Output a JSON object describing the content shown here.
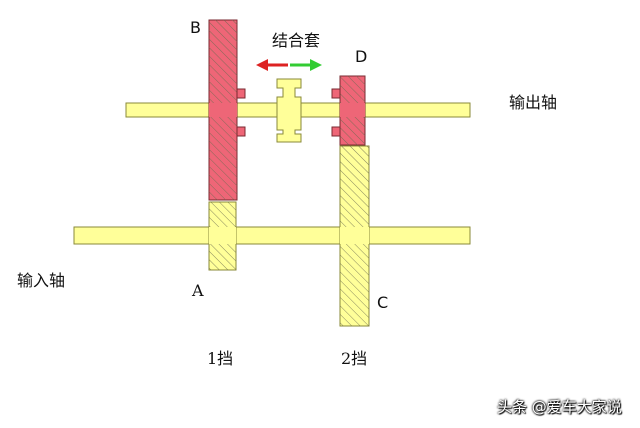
{
  "labels": {
    "gear_b": "B",
    "gear_d": "D",
    "gear_a": "A",
    "gear_c": "C",
    "sleeve": "结合套",
    "output_shaft": "输出轴",
    "input_shaft": "输入轴",
    "gear_1": "1挡",
    "gear_2": "2挡"
  },
  "watermark": "头条 @爱车大家说",
  "colors": {
    "shaft_fill": "#ffff99",
    "shaft_stroke": "#8a8a3a",
    "engaged_gear_fill": "#ee6677",
    "engaged_gear_stroke": "#7a2a30",
    "hatch": "#6b6b50",
    "arrow_left": "#dd2222",
    "arrow_right": "#33cc33"
  }
}
